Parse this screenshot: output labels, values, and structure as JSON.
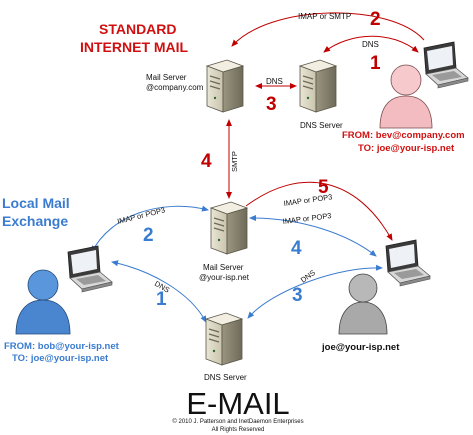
{
  "colors": {
    "red": "#c00000",
    "red_text": "#d01010",
    "blue": "#3a7ccf"
  },
  "header": {
    "standard_line1": "STANDARD",
    "standard_line2": "INTERNET MAIL",
    "local_line1": "Local Mail",
    "local_line2": "Exchange"
  },
  "servers": {
    "company_mail": {
      "label1": "Mail Server",
      "label2": "@company.com",
      "icon": "server-icon"
    },
    "company_dns": {
      "label": "DNS Server",
      "icon": "server-icon"
    },
    "isp_mail": {
      "label1": "Mail Server",
      "label2": "@your-isp.net",
      "icon": "server-icon"
    },
    "isp_dns": {
      "label": "DNS Server",
      "icon": "server-icon"
    }
  },
  "edges": {
    "imap_smtp": "IMAP or SMTP",
    "dns_top": "DNS",
    "dns_mid": "DNS",
    "smtp": "SMTP",
    "imap_pop3_left": "IMAP or POP3",
    "imap_pop3_right_1": "IMAP or POP3",
    "imap_pop3_right_2": "IMAP or POP3",
    "dns_left": "DNS",
    "dns_right": "DNS"
  },
  "steps": {
    "s1_red": "1",
    "s2_red": "2",
    "s3_red": "3",
    "s4_red": "4",
    "s5_red": "5",
    "s1_blue": "1",
    "s2_blue": "2",
    "s3_blue": "3",
    "s4_blue": "4"
  },
  "users": {
    "bev": {
      "from": "FROM: bev@company.com",
      "to": "TO:  joe@your-isp.net",
      "icon": "user-icon"
    },
    "bob": {
      "from": "FROM:  bob@your-isp.net",
      "to": "TO:  joe@your-isp.net",
      "icon": "user-icon"
    },
    "joe": {
      "label": "joe@your-isp.net",
      "icon": "user-icon"
    }
  },
  "footer": {
    "title": "E-MAIL",
    "copyright1": "© 2010 J. Patterson and InetDaemon Enterprises",
    "copyright2": "All Rights Reserved"
  }
}
